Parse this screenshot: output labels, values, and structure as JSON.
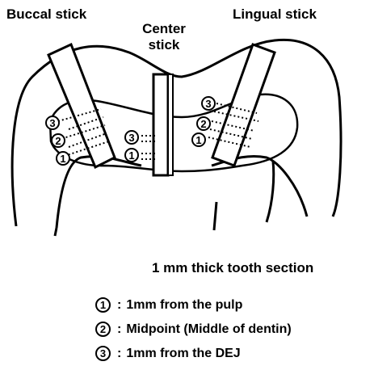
{
  "labels": {
    "buccal": "Buccal stick",
    "center_line1": "Center",
    "center_line2": "stick",
    "lingual": "Lingual stick",
    "section": "1 mm thick tooth section"
  },
  "markers": [
    "1",
    "2",
    "3"
  ],
  "legend": [
    {
      "num": "1",
      "sep": ":",
      "text": "1mm from the pulp"
    },
    {
      "num": "2",
      "sep": ":",
      "text": "Midpoint (Middle of dentin)"
    },
    {
      "num": "3",
      "sep": ":",
      "text": "1mm from the DEJ"
    }
  ],
  "colors": {
    "ink": "#000000",
    "background": "#ffffff"
  }
}
